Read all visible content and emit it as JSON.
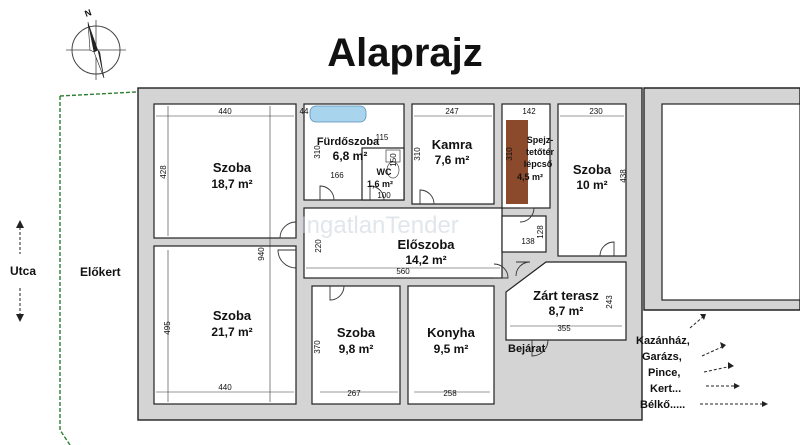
{
  "title": "Alaprajz",
  "watermark": "IngatlanTender",
  "street": "Utca",
  "front_garden": "Előkert",
  "entrance": "Bejárat",
  "rooms": {
    "szoba1": {
      "name": "Szoba",
      "area": "18,7 m²"
    },
    "furdo": {
      "name": "Fürdőszoba",
      "area": "6,8 m²"
    },
    "wc": {
      "name": "WC",
      "area": "1,6 m²"
    },
    "kamra": {
      "name": "Kamra",
      "area": "7,6 m²"
    },
    "spejz": {
      "name_line1": "Spejz-",
      "name_line2": "tetőtér",
      "name_line3": "lépcső",
      "area": "4,5 m²"
    },
    "szoba2": {
      "name": "Szoba",
      "area": "10 m²"
    },
    "eloszoba": {
      "name": "Előszoba",
      "area": "14,2 m²"
    },
    "szoba3": {
      "name": "Szoba",
      "area": "21,7 m²"
    },
    "szoba4": {
      "name": "Szoba",
      "area": "9,8 m²"
    },
    "konyha": {
      "name": "Konyha",
      "area": "9,5 m²"
    },
    "terasz": {
      "name": "Zárt terasz",
      "area": "8,7 m²"
    }
  },
  "dims": {
    "d440a": "440",
    "d44": "44",
    "d247": "247",
    "d142": "142",
    "d230": "230",
    "d428": "428",
    "d310a": "310",
    "d115": "115",
    "d150": "150",
    "d166": "166",
    "d100": "100",
    "d310b": "310",
    "d310c": "310",
    "d438": "438",
    "d940": "940",
    "d220": "220",
    "d560": "560",
    "d128": "128",
    "d138": "138",
    "d495": "495",
    "d370": "370",
    "d243": "243",
    "d355": "355",
    "d440b": "440",
    "d267": "267",
    "d258": "258"
  },
  "outbuildings": [
    "Kazánház,",
    "Garázs,",
    "Pince,",
    "Kert...",
    "Bélkő....."
  ],
  "colors": {
    "wall": "#d4d4d4",
    "stair": "#8b4a2b",
    "garden_line": "#2e7d32",
    "bath": "#a8d4ee"
  }
}
